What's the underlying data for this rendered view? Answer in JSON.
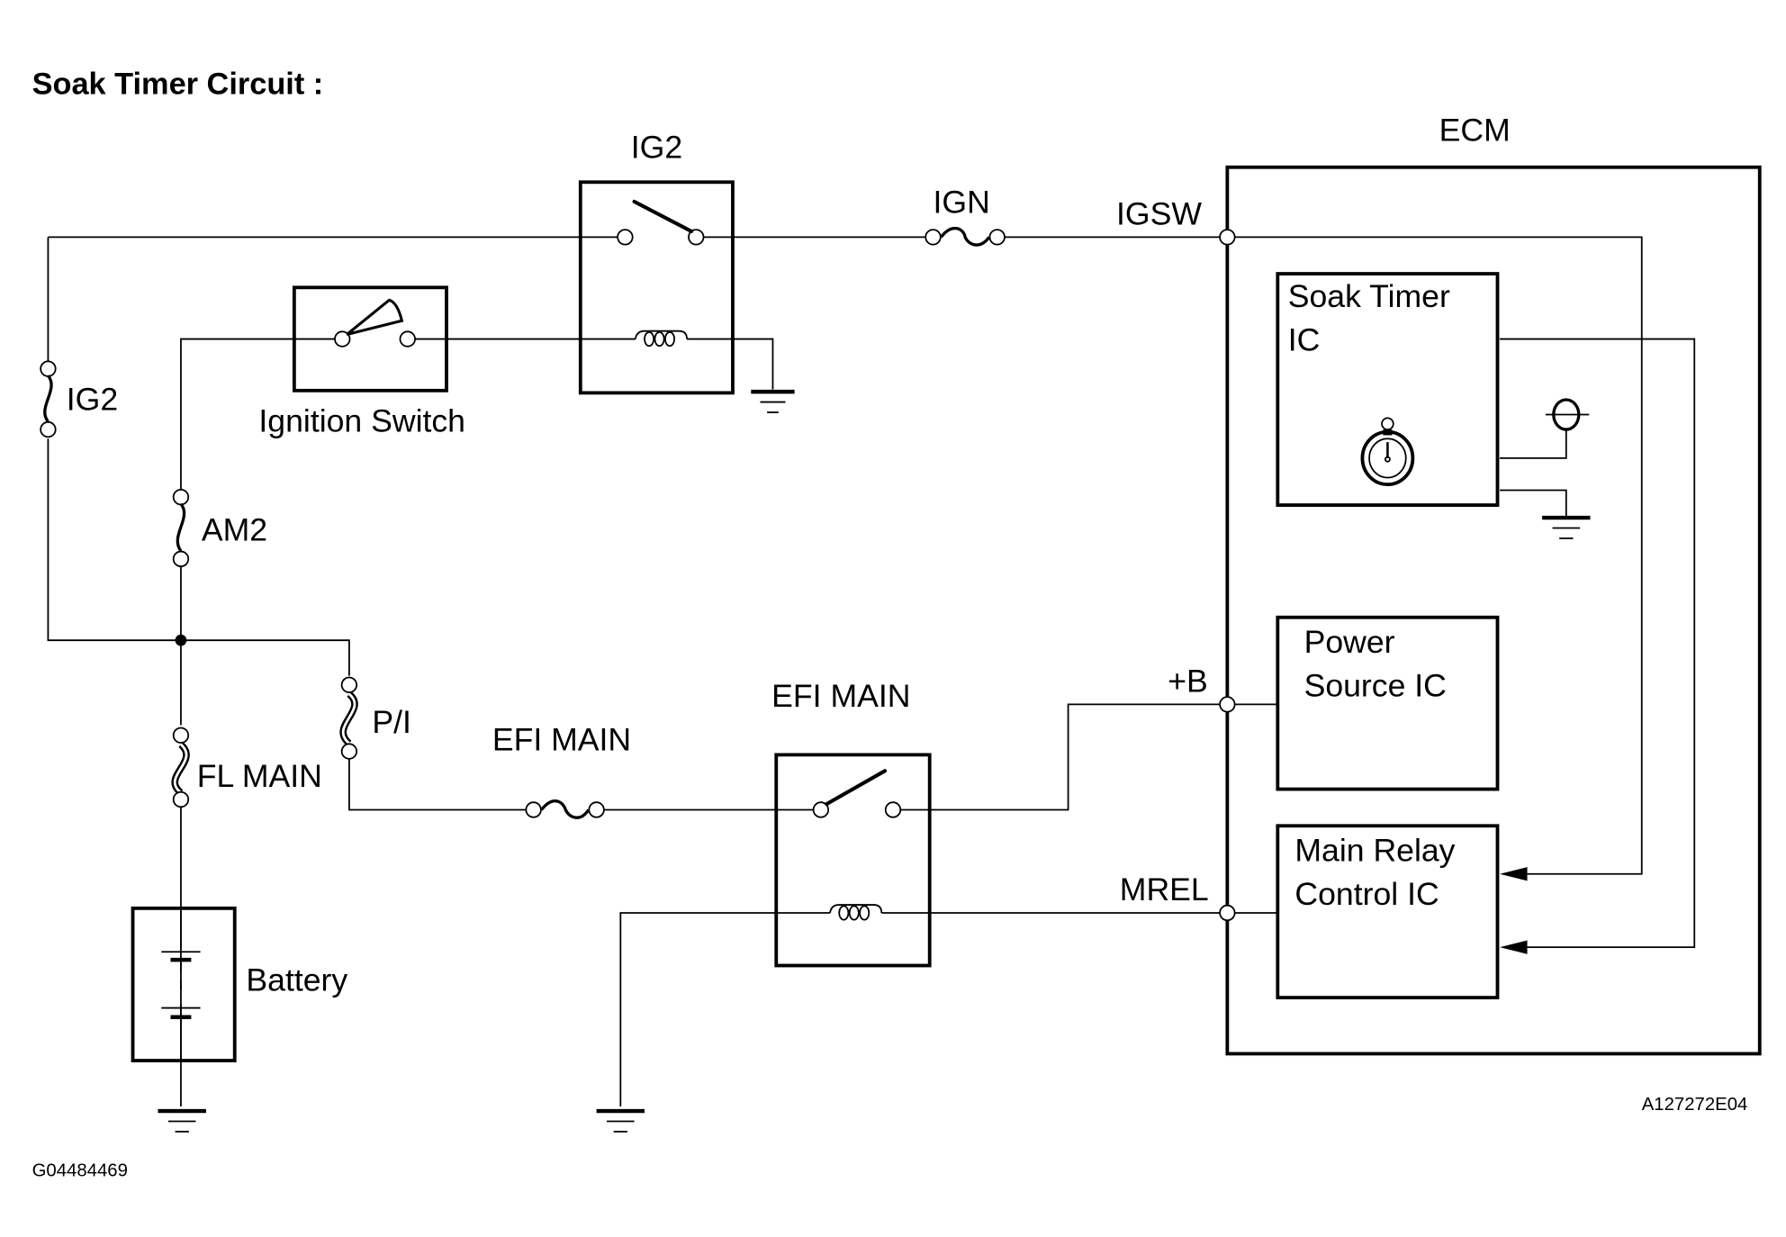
{
  "title": "Soak Timer Circuit :",
  "components": {
    "ig2_relay": "IG2",
    "ign_fuse": "IGN",
    "ecm": "ECM",
    "igsw_terminal": "IGSW",
    "ig2_fuse": "IG2",
    "ignition_switch": "Ignition Switch",
    "am2_fuse": "AM2",
    "pi_fuse": "P/I",
    "fl_main_fuse": "FL MAIN",
    "efi_main_fuse": "EFI MAIN",
    "efi_main_relay": "EFI MAIN",
    "battery": "Battery",
    "plus_b_terminal": "+B",
    "mrel_terminal": "MREL",
    "soak_timer_ic_line1": "Soak Timer",
    "soak_timer_ic_line2": "IC",
    "power_source_ic_line1": "Power",
    "power_source_ic_line2": "Source IC",
    "main_relay_ic_line1": "Main Relay",
    "main_relay_ic_line2": "Control IC"
  },
  "figure_ids": {
    "right": "A127272E04",
    "left": "G04484469"
  }
}
